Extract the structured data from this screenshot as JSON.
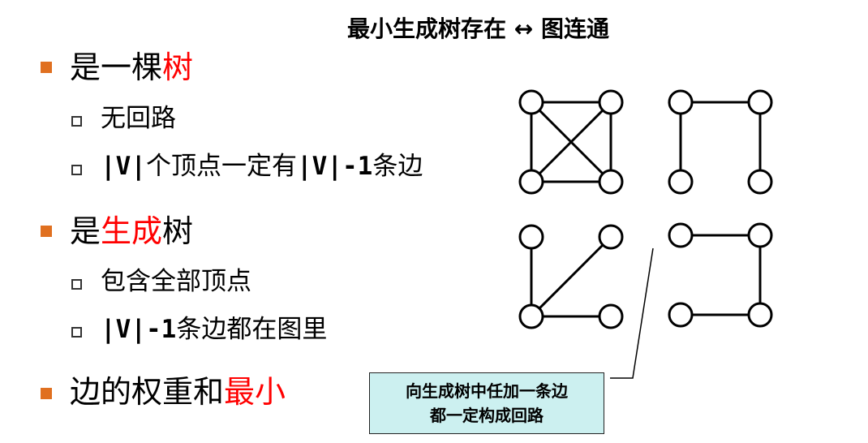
{
  "title": "最小生成树存在 ↔ 图连通",
  "sections": [
    {
      "prefix": "是一棵",
      "highlight": "树",
      "items": [
        {
          "text": "无回路"
        },
        {
          "mono": "|V|",
          "text": "个顶点一定有",
          "mono2": "|V|-1",
          "text2": "条边"
        }
      ]
    },
    {
      "prefix": "是",
      "highlight": "生成",
      "suffix": "树",
      "items": [
        {
          "text": "包含全部顶点"
        },
        {
          "mono": "|V|-1",
          "text": "条边都在图里"
        }
      ]
    },
    {
      "prefix": "边的权重和",
      "highlight": "最小"
    }
  ],
  "callout": {
    "line1": "向生成树中任加一条边",
    "line2": "都一定构成回路"
  },
  "colors": {
    "highlight": "#ff0000",
    "bullet": "#e07020",
    "callout_bg": "#ccf0f0"
  }
}
